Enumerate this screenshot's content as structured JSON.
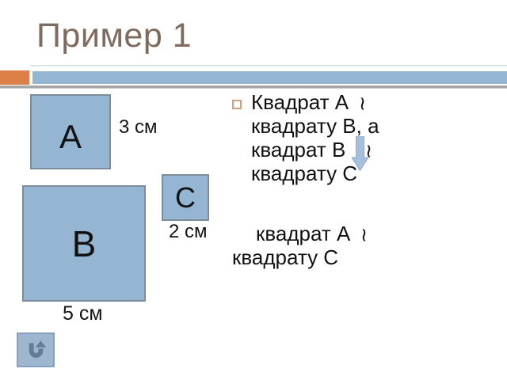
{
  "title": "Пример 1",
  "figures": {
    "square_a": {
      "label": "A",
      "size": "3 см"
    },
    "square_b": {
      "label": "B",
      "size": "5 см"
    },
    "square_c": {
      "label": "C",
      "size": "2 см"
    }
  },
  "statement": {
    "l1_text": "Квадрат A",
    "l1_sym": "∼",
    "l2": "квадрату B, а",
    "l3_text": "квадрат B",
    "l3_sym": "∼",
    "l4": "квадрату C"
  },
  "conclusion": {
    "l1_text": "квадрат A",
    "l1_sym": "∼",
    "l2": "квадрату C"
  },
  "icons": {
    "down_arrow": "down-arrow-icon",
    "home": "u-turn-return-arrow-icon"
  },
  "colors": {
    "accent_orange": "#DD8047",
    "accent_blue": "#94B6D2",
    "square_border": "#7C8C9C",
    "title_brown": "#7F6B5E",
    "divider_gray": "#A6A6A6",
    "bullet_tan": "#D89E76",
    "arrow_fill": "#A5BFDC",
    "text_black": "#111111"
  }
}
